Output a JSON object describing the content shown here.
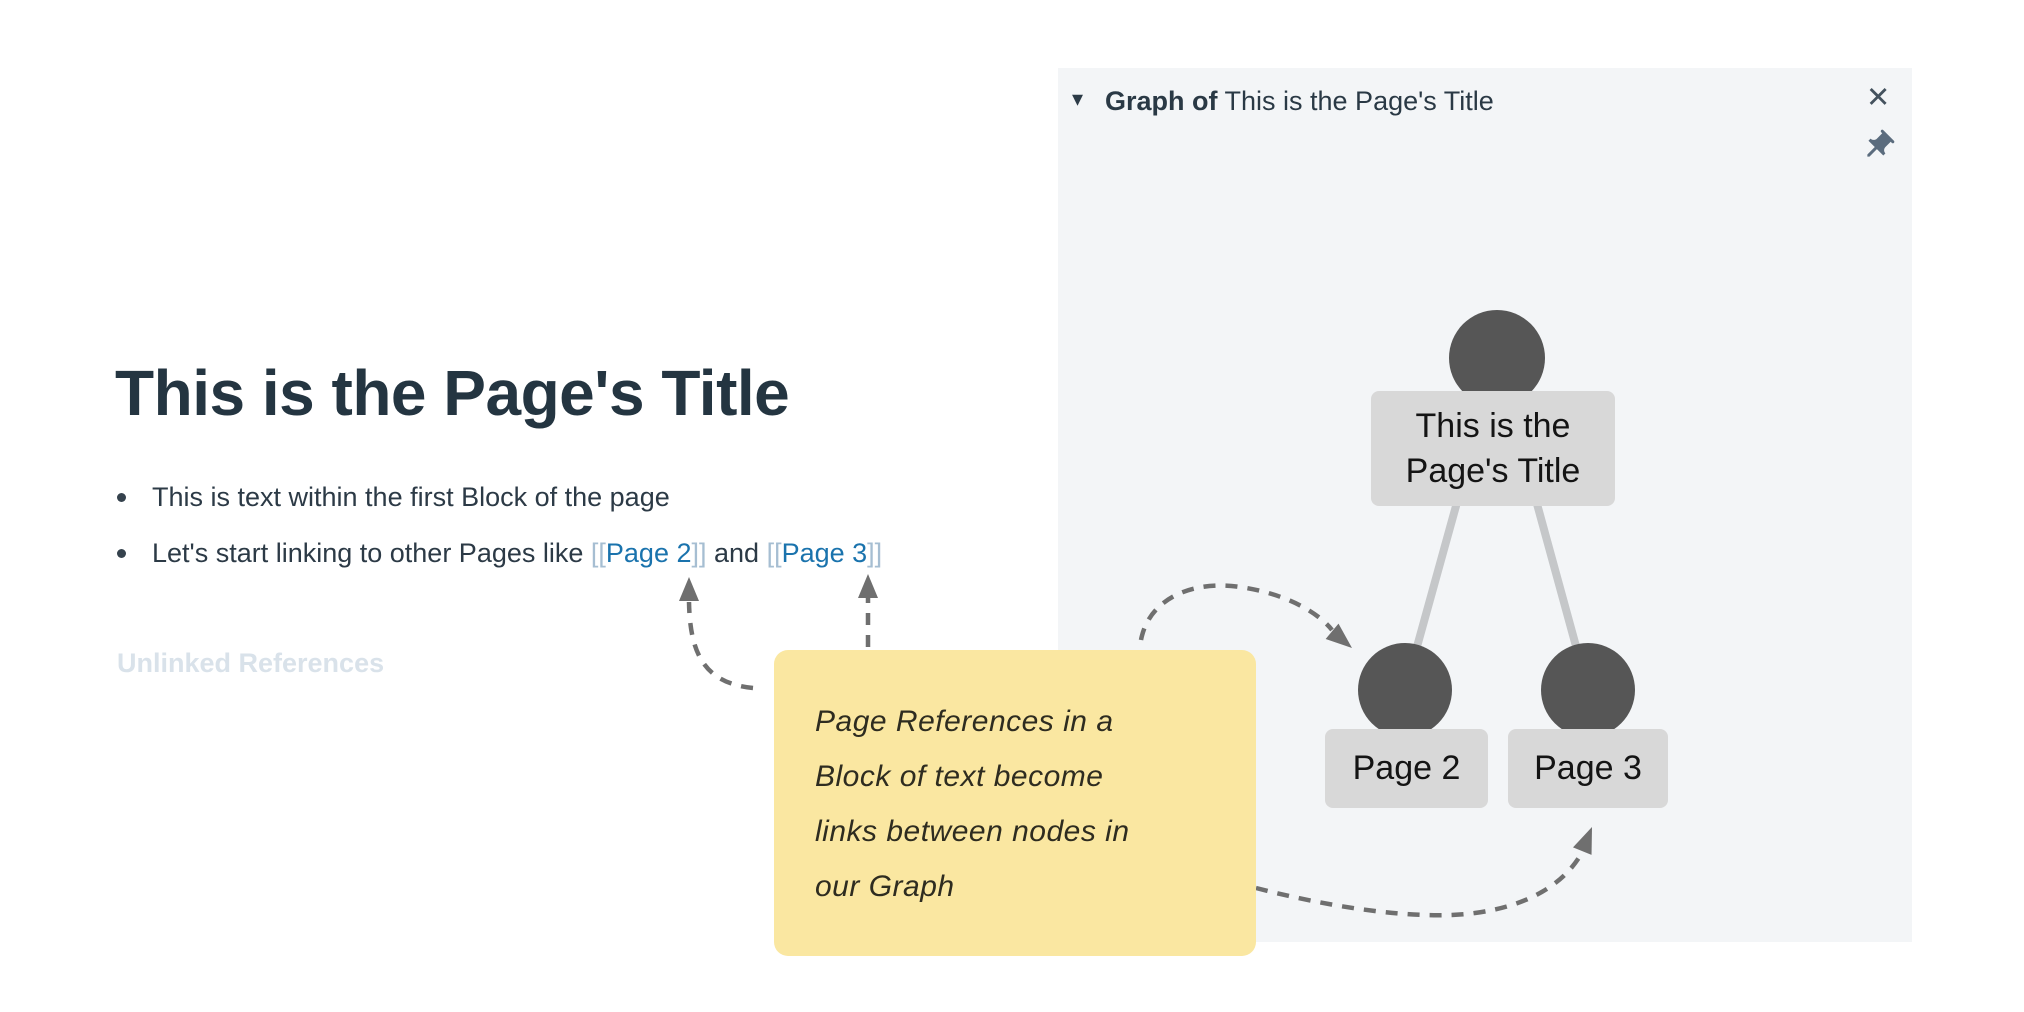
{
  "page": {
    "title": "This is the Page's Title",
    "bullet1": "This is text within the first Block of the page",
    "bullet2": {
      "pre": "Let's start linking to other Pages like ",
      "open1": "[[",
      "link1": "Page 2",
      "close1": "]]",
      "mid": " and ",
      "open2": "[[",
      "link2": "Page 3",
      "close2": "]]"
    },
    "unlinked_references": "Unlinked References"
  },
  "annotation_note": {
    "text": "Page References in a\nBlock of text become\nlinks between nodes in\nour Graph"
  },
  "graph_panel": {
    "collapse_icon": "▾",
    "header_prefix": "Graph of",
    "header_title": " This is the Page's Title",
    "close_icon": "✕",
    "pin_icon": "pushpin",
    "nodes": {
      "root_label": "This is the\nPage's Title",
      "child1_label": "Page 2",
      "child2_label": "Page 3"
    },
    "edges": [
      {
        "from": "root",
        "to": "Page 2"
      },
      {
        "from": "root",
        "to": "Page 3"
      }
    ]
  },
  "colors": {
    "text_dark": "#243541",
    "link_blue": "#1a73ad",
    "bracket_gray": "#a6bed2",
    "unlinked_gray": "#d9e2ea",
    "panel_bg": "#f3f5f7",
    "node_circle": "#565656",
    "node_box": "#d8d8d8",
    "edge_gray": "#c5c7c9",
    "arrow_gray": "#6f6f6f",
    "note_yellow": "#fae7a1"
  }
}
